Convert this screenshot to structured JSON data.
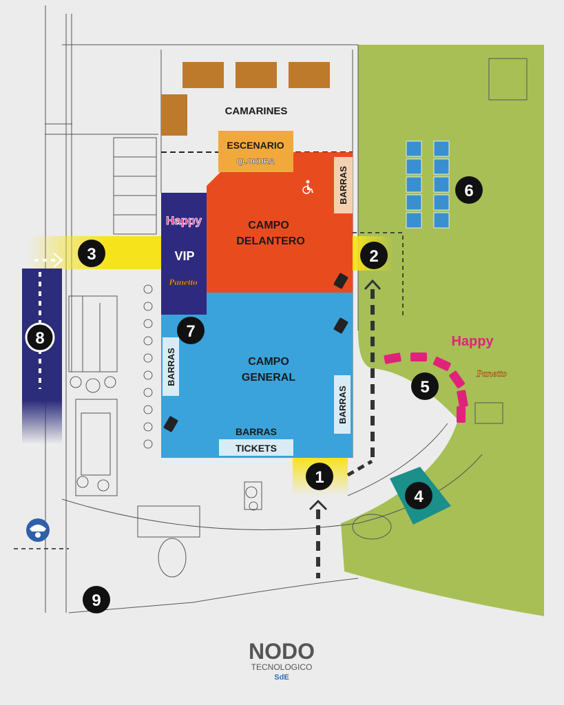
{
  "zones": {
    "camarines": "CAMARINES",
    "escenario": "ESCENARIO",
    "campo_delantero_1": "CAMPO",
    "campo_delantero_2": "DELANTERO",
    "campo_general_1": "CAMPO",
    "campo_general_2": "GENERAL",
    "vip": "VIP",
    "tickets": "TICKETS",
    "barras": "BARRAS"
  },
  "markers": [
    "1",
    "2",
    "3",
    "4",
    "5",
    "6",
    "7",
    "8",
    "9"
  ],
  "brands": {
    "happy": "Happy",
    "panetto": "Panetto",
    "qlokura": "QLOKURA"
  },
  "logo": {
    "main": "NODO",
    "sub": "TECNOLOGICO",
    "region": "SdE"
  },
  "colors": {
    "campo_delantero": "#e84c1e",
    "campo_general": "#3aa3db",
    "vip": "#2e2a80",
    "escenario": "#f2a93b",
    "camarines": "#bd7a2b",
    "green_area": "#a7bf55",
    "yellow_path": "#f7e31b",
    "teal": "#1b8f8a",
    "magenta": "#e0237a",
    "navy": "#2b2c7a"
  },
  "icons": [
    "wheelchair-icon",
    "ticket-icon",
    "police-icon"
  ]
}
